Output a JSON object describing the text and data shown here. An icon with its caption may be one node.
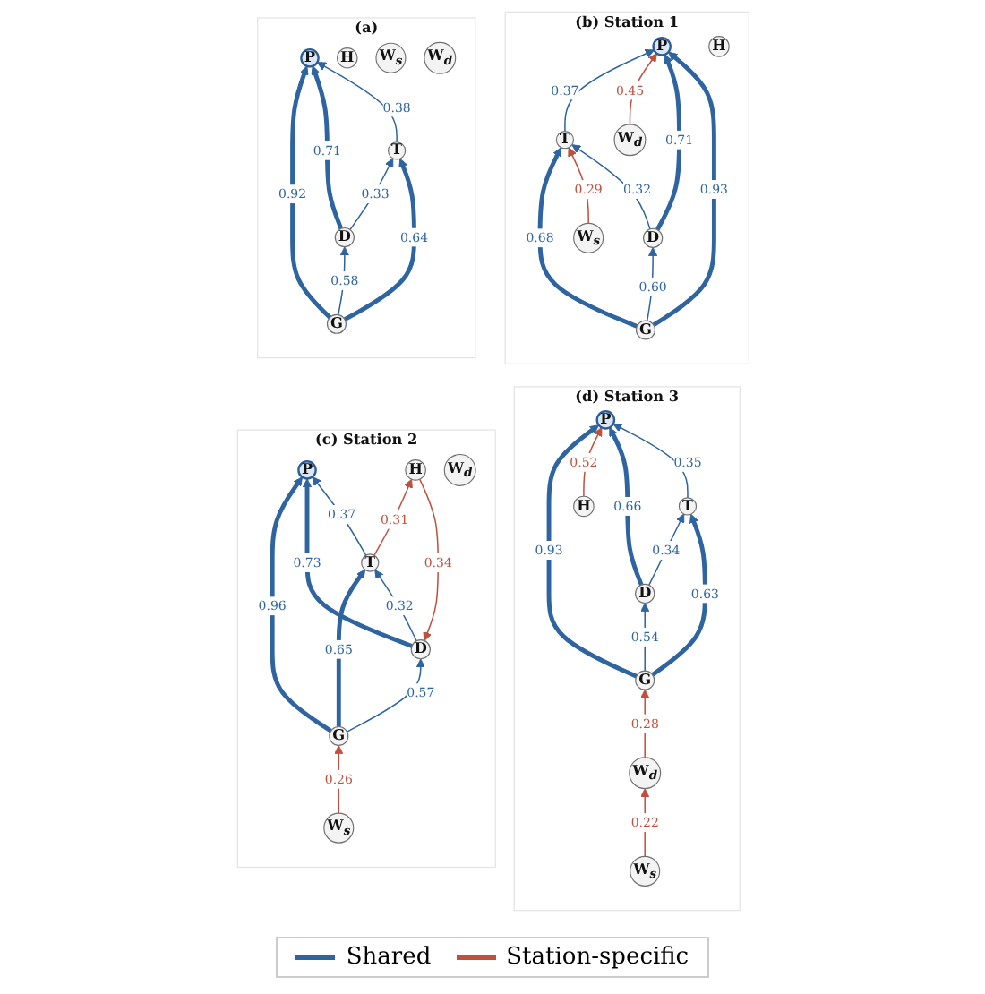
{
  "diagram": {
    "nodes": [
      {
        "text": [
          "(a)"
        ]
      },
      {
        "text": [
          "P"
        ],
        "in": 0
      },
      {
        "text": [
          "G"
        ],
        "in": 0
      },
      {
        "text": [
          "D"
        ],
        "in": 0
      },
      {
        "text": [
          "T"
        ],
        "in": 0
      },
      {
        "text": [
          "H"
        ],
        "in": 0
      },
      {
        "text": [
          "W$_{s}$"
        ],
        "in": 0
      },
      {
        "text": [
          "W$_{d}$"
        ],
        "in": 0
      },
      {
        "text": [
          "(b) Station 1"
        ]
      },
      {
        "text": [
          "P"
        ],
        "in": 8
      },
      {
        "text": [
          "G"
        ],
        "in": 8
      },
      {
        "text": [
          "D"
        ],
        "in": 8
      },
      {
        "text": [
          "T"
        ],
        "in": 8
      },
      {
        "text": [
          "H"
        ],
        "in": 8
      },
      {
        "text": [
          "W$_{s}$"
        ],
        "in": 8
      },
      {
        "text": [
          "W$_{d}$"
        ],
        "in": 8
      },
      {
        "text": [
          "(c) Station 2"
        ]
      },
      {
        "text": [
          "P"
        ],
        "in": 16
      },
      {
        "text": [
          "G"
        ],
        "in": 16
      },
      {
        "text": [
          "D"
        ],
        "in": 16
      },
      {
        "text": [
          "T"
        ],
        "in": 16
      },
      {
        "text": [
          "H"
        ],
        "in": 16
      },
      {
        "text": [
          "W$_{s}$"
        ],
        "in": 16
      },
      {
        "text": [
          "W$_{d}$"
        ],
        "in": 16
      },
      {
        "text": [
          "(d) Station 3"
        ]
      },
      {
        "text": [
          "P"
        ],
        "in": 24
      },
      {
        "text": [
          "G"
        ],
        "in": 24
      },
      {
        "text": [
          "D"
        ],
        "in": 24
      },
      {
        "text": [
          "T"
        ],
        "in": 24
      },
      {
        "text": [
          "H"
        ],
        "in": 24
      },
      {
        "text": [
          "W$_{s}$"
        ],
        "in": 24
      },
      {
        "text": [
          "W$_{d}$"
        ],
        "in": 24
      }
    ],
    "edges": [
      {
        "from": 2,
        "to": 1,
        "arrow": "to",
        "label": "0.92",
        "style": "thick"
      },
      {
        "from": 3,
        "to": 1,
        "arrow": "to",
        "label": "0.71",
        "style": "thick"
      },
      {
        "from": 2,
        "to": 3,
        "arrow": "to",
        "label": "0.58"
      },
      {
        "from": 4,
        "to": 1,
        "arrow": "to",
        "label": "0.38"
      },
      {
        "from": 2,
        "to": 4,
        "arrow": "to",
        "label": "0.64",
        "style": "thick"
      },
      {
        "from": 3,
        "to": 4,
        "arrow": "to",
        "label": "0.33"
      },
      {
        "from": 10,
        "to": 9,
        "arrow": "to",
        "label": "0.93",
        "style": "thick"
      },
      {
        "from": 11,
        "to": 9,
        "arrow": "to",
        "label": "0.71",
        "style": "thick"
      },
      {
        "from": 10,
        "to": 11,
        "arrow": "to",
        "label": "0.60"
      },
      {
        "from": 12,
        "to": 9,
        "arrow": "to",
        "label": "0.37"
      },
      {
        "from": 10,
        "to": 12,
        "arrow": "to",
        "label": "0.68",
        "style": "thick"
      },
      {
        "from": 11,
        "to": 12,
        "arrow": "to",
        "label": "0.32"
      },
      {
        "from": 15,
        "to": 9,
        "arrow": "to",
        "label": "0.45",
        "color": "#c0503e"
      },
      {
        "from": 14,
        "to": 12,
        "arrow": "to",
        "label": "0.29",
        "color": "#c0503e"
      },
      {
        "from": 18,
        "to": 17,
        "arrow": "to",
        "label": "0.96",
        "style": "thick"
      },
      {
        "from": 19,
        "to": 17,
        "arrow": "to",
        "label": "0.73",
        "style": "thick"
      },
      {
        "from": 18,
        "to": 19,
        "arrow": "to",
        "label": "0.57"
      },
      {
        "from": 20,
        "to": 17,
        "arrow": "to",
        "label": "0.37"
      },
      {
        "from": 18,
        "to": 20,
        "arrow": "to",
        "label": "0.65",
        "style": "thick"
      },
      {
        "from": 19,
        "to": 20,
        "arrow": "to",
        "label": "0.32"
      },
      {
        "from": 22,
        "to": 18,
        "arrow": "to",
        "label": "0.26",
        "color": "#c0503e"
      },
      {
        "from": 20,
        "to": 21,
        "arrow": "to",
        "label": "0.31",
        "color": "#c0503e"
      },
      {
        "from": 21,
        "to": 19,
        "arrow": "to",
        "label": "0.34",
        "color": "#c0503e"
      },
      {
        "from": 26,
        "to": 25,
        "arrow": "to",
        "label": "0.93",
        "style": "thick"
      },
      {
        "from": 27,
        "to": 25,
        "arrow": "to",
        "label": "0.66",
        "style": "thick"
      },
      {
        "from": 26,
        "to": 27,
        "arrow": "to",
        "label": "0.54"
      },
      {
        "from": 28,
        "to": 25,
        "arrow": "to",
        "label": "0.35"
      },
      {
        "from": 26,
        "to": 28,
        "arrow": "to",
        "label": "0.63",
        "style": "thick"
      },
      {
        "from": 27,
        "to": 28,
        "arrow": "to",
        "label": "0.34"
      },
      {
        "from": 29,
        "to": 25,
        "arrow": "to",
        "label": "0.52",
        "color": "#c0503e"
      },
      {
        "from": 31,
        "to": 26,
        "arrow": "to",
        "label": "0.28",
        "color": "#c0503e"
      },
      {
        "from": 30,
        "to": 31,
        "arrow": "to",
        "label": "0.22",
        "color": "#c0503e"
      }
    ],
    "legend": [
      {
        "text": "Shared",
        "color": "#2e64a0"
      },
      {
        "text": "Station-specific",
        "color": "#c0503e"
      }
    ]
  }
}
